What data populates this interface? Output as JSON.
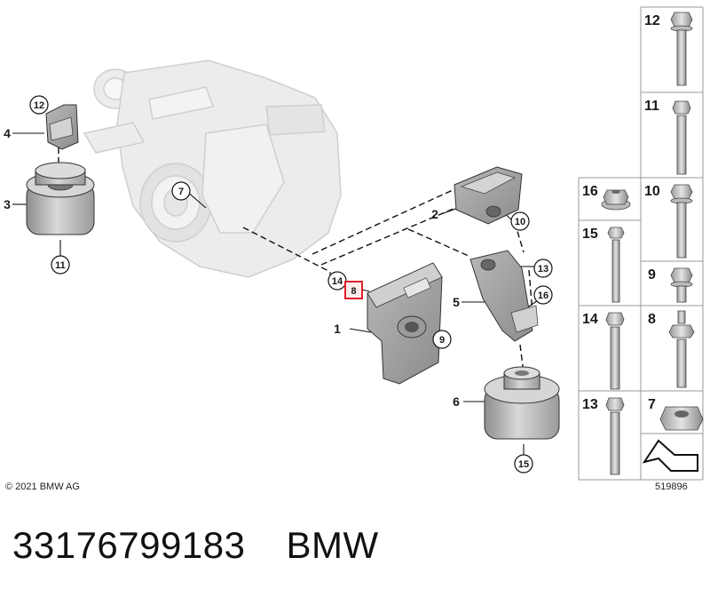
{
  "copyright": "© 2021 BMW AG",
  "figure_id": "519896",
  "part_number": "33176799183",
  "brand": "BMW",
  "highlighted_part": "8",
  "colors": {
    "highlight": "#e0202a",
    "part_gray": "#c4c4c4",
    "ghost_gray": "#ececec",
    "line": "#111111"
  },
  "callouts": {
    "c1": "1",
    "c2": "2",
    "c3": "3",
    "c4": "4",
    "c5": "5",
    "c6": "6",
    "c7": "7",
    "c8": "8",
    "c9": "9",
    "c10": "10",
    "c11": "11",
    "c12": "12",
    "c13": "13",
    "c14": "14",
    "c15": "15",
    "c16": "16"
  },
  "parts_table": {
    "r12": "12",
    "r11": "11",
    "r16": "16",
    "r10": "10",
    "r15": "15",
    "r9": "9",
    "r14": "14",
    "r8": "8",
    "r13": "13",
    "r7": "7"
  }
}
